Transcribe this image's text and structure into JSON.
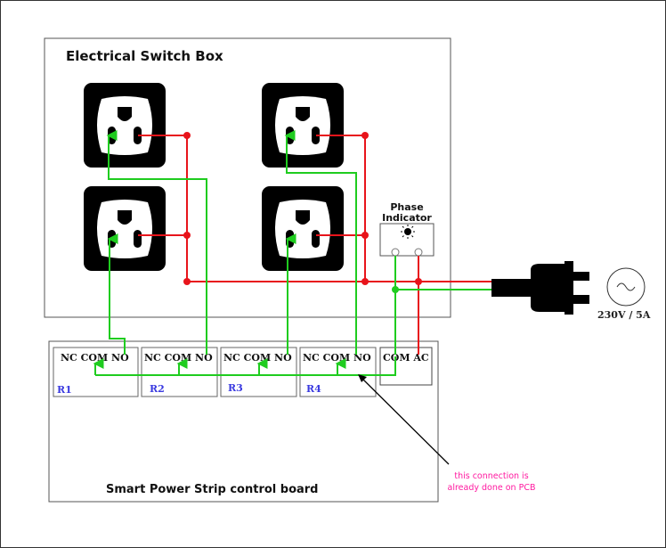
{
  "switch_box": {
    "title": "Electrical Switch Box"
  },
  "phase_indicator": {
    "line1": "Phase",
    "line2": "Indicator"
  },
  "supply": {
    "label": "230V / 5A",
    "symbol": "ac-source-icon"
  },
  "relays": [
    {
      "id": "R1",
      "nc": "NC",
      "com": "COM",
      "no": "NO"
    },
    {
      "id": "R2",
      "nc": "NC",
      "com": "COM",
      "no": "NO"
    },
    {
      "id": "R3",
      "nc": "NC",
      "com": "COM",
      "no": "NO"
    },
    {
      "id": "R4",
      "nc": "NC",
      "com": "COM",
      "no": "NO"
    }
  ],
  "power_terminal": {
    "com": "COM",
    "ac": "AC"
  },
  "control_board": {
    "title": "Smart Power Strip control board"
  },
  "annotation": {
    "line1": "this connection is",
    "line2": "already done on PCB"
  },
  "colors": {
    "live_wire": "#e8141b",
    "neutral_wire": "#1fcc1f",
    "relay_label": "#3a3ae0",
    "annotation": "#ff1aa0",
    "box_border": "#555555"
  }
}
